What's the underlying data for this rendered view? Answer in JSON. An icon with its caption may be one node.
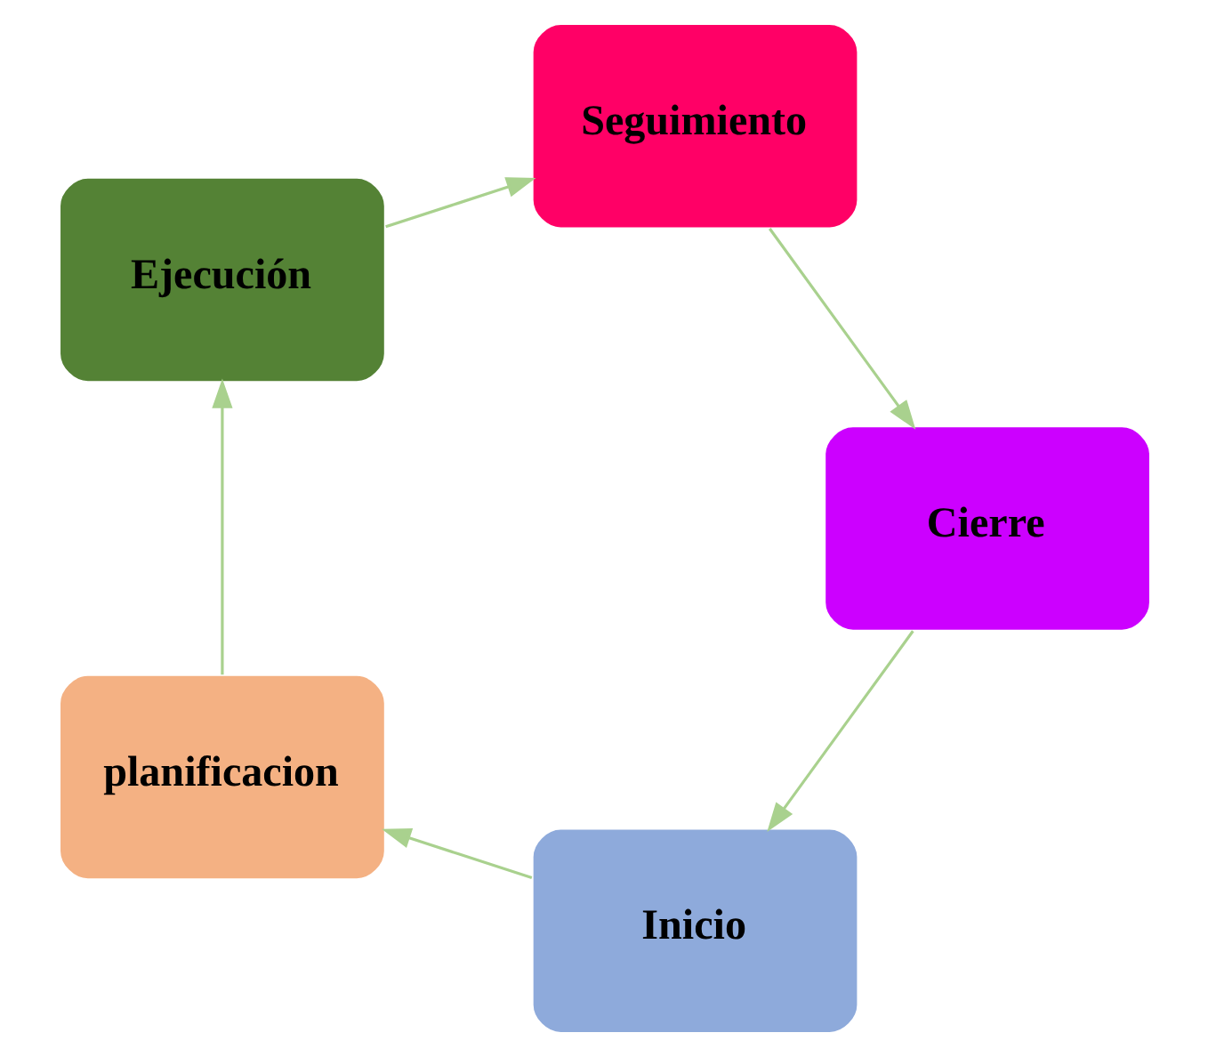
{
  "diagram": {
    "nodes": [
      {
        "text": [
          "Inicio"
        ]
      },
      {
        "text": [
          "planificacion"
        ]
      },
      {
        "text": [
          "Ejecución"
        ]
      },
      {
        "text": [
          "Seguimiento"
        ]
      },
      {
        "text": [
          "Cierre"
        ]
      }
    ],
    "edges": [
      {
        "from": 0,
        "to": 1,
        "arrow": "to"
      },
      {
        "from": 1,
        "to": 2,
        "arrow": "to"
      },
      {
        "from": 2,
        "to": 3,
        "arrow": "to"
      },
      {
        "from": 3,
        "to": 4,
        "arrow": "to"
      },
      {
        "from": 4,
        "to": 0,
        "arrow": "to"
      }
    ]
  }
}
